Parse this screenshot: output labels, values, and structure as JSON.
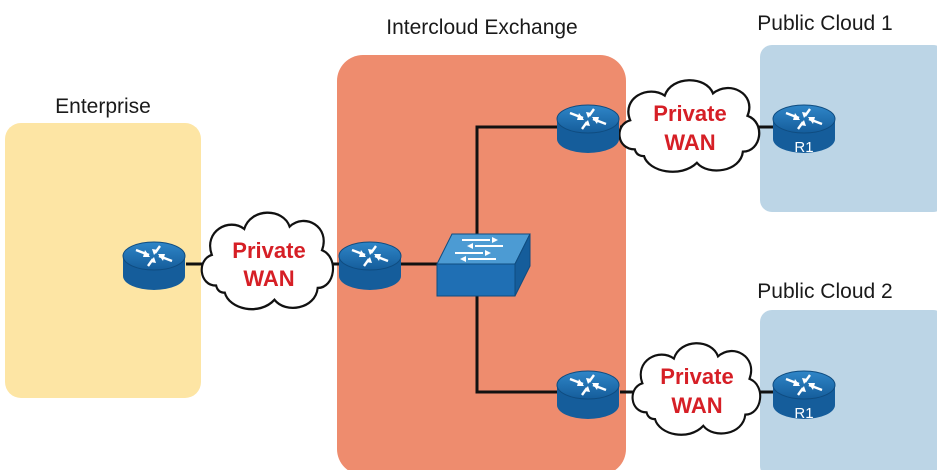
{
  "zones": {
    "enterprise": {
      "label": "Enterprise",
      "color": "#fde5a4"
    },
    "interconnect": {
      "label": "Intercloud Exchange",
      "color": "#ee8c6e"
    },
    "cloud1": {
      "label": "Public Cloud 1",
      "color": "#bcd5e6"
    },
    "cloud2": {
      "label": "Public Cloud 2",
      "color": "#bcd5e6"
    }
  },
  "wan_clouds": [
    {
      "line1": "Private",
      "line2": "WAN"
    },
    {
      "line1": "Private",
      "line2": "WAN"
    },
    {
      "line1": "Private",
      "line2": "WAN"
    }
  ],
  "cloud_routers": [
    {
      "label": "R1"
    },
    {
      "label": "R1"
    }
  ],
  "colors": {
    "device": "#1f6fb4",
    "device_top": "#4c9bd3",
    "link": "#111111",
    "wan_text": "#d61f26"
  }
}
